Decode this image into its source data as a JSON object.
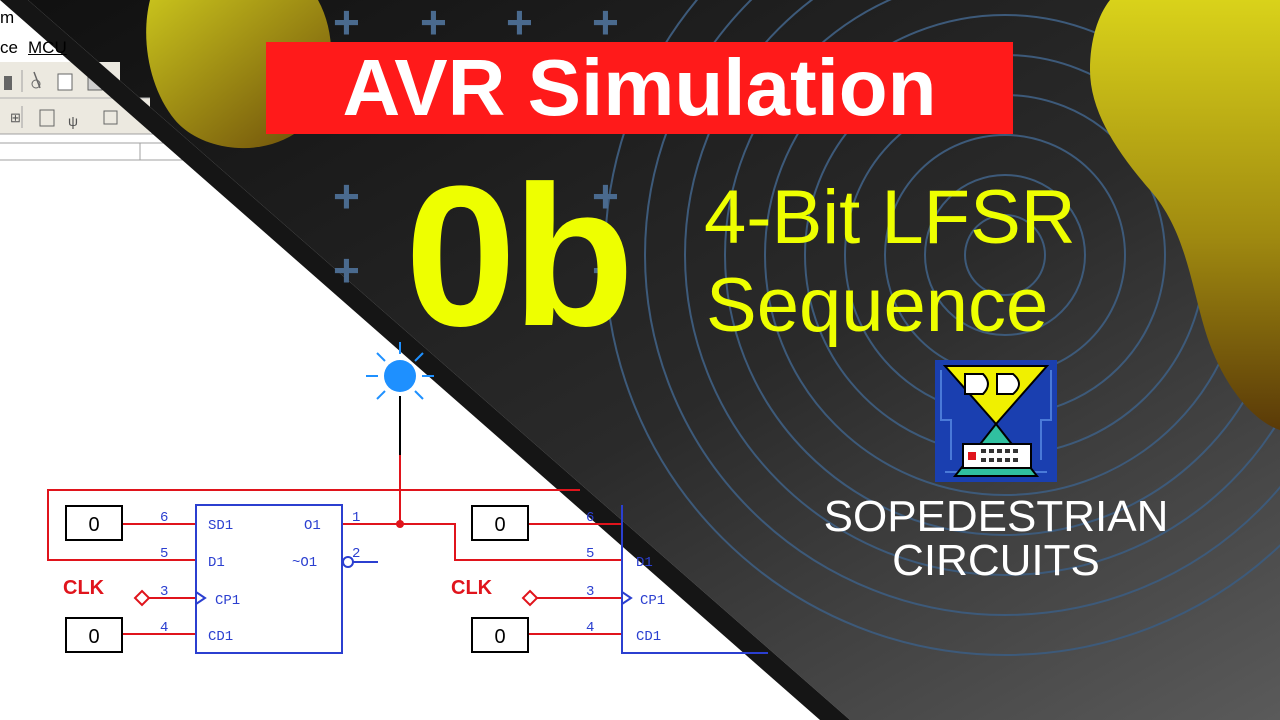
{
  "title": "AVR Simulation",
  "code": "0b",
  "subtitle_line1": "4-Bit LFSR",
  "subtitle_line2": "Sequence",
  "brand_line1": "SOPEDESTRIAN",
  "brand_line2": "CIRCUITS",
  "app_window": {
    "title_fragment": "m",
    "menu_items": [
      "ce",
      "MCU"
    ]
  },
  "schematic": {
    "flipflop_left": {
      "pins": [
        {
          "num": "6",
          "name": "SD1"
        },
        {
          "num": "5",
          "name": "D1"
        },
        {
          "num": "3",
          "name": "CP1"
        },
        {
          "num": "4",
          "name": "CD1"
        }
      ],
      "outputs": [
        {
          "num": "1",
          "name": "O1"
        },
        {
          "num": "2",
          "name": "~O1"
        }
      ]
    },
    "flipflop_right": {
      "pins": [
        {
          "num": "6",
          "name": ""
        },
        {
          "num": "5",
          "name": "D1"
        },
        {
          "num": "3",
          "name": "CP1"
        },
        {
          "num": "4",
          "name": "CD1"
        }
      ]
    },
    "inputs_left": [
      "0",
      "0"
    ],
    "inputs_right": [
      "0",
      "0"
    ],
    "clock_label": "CLK",
    "colors": {
      "wire_active": "#e0141c",
      "component": "#2b3fd0",
      "led": "#1e90ff",
      "accent_yellow": "#eeff00",
      "title_red": "#ff1a1a"
    }
  }
}
